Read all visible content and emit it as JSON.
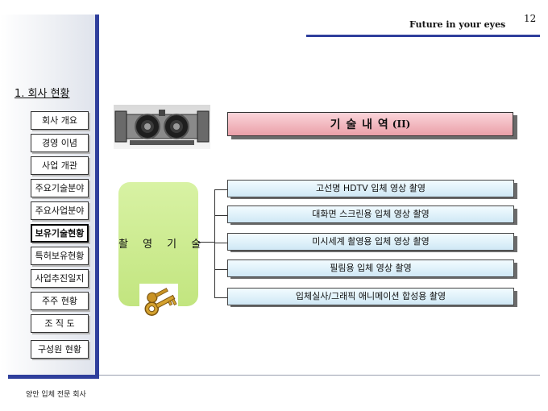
{
  "header": {
    "page_number": "12",
    "tagline": "Future in your eyes"
  },
  "sidebar": {
    "section_heading": "1. 회사 현황",
    "items": [
      {
        "label": "회사 개요",
        "active": false
      },
      {
        "label": "경영 이념",
        "active": false
      },
      {
        "label": "사업 개관",
        "active": false
      },
      {
        "label": "주요기술분야",
        "active": false
      },
      {
        "label": "주요사업분야",
        "active": false
      },
      {
        "label": "보유기술현황",
        "active": true
      },
      {
        "label": "특허보유현황",
        "active": false
      },
      {
        "label": "사업추진일지",
        "active": false
      },
      {
        "label": "주주 현황",
        "active": false
      },
      {
        "label": "조 직 도",
        "active": false
      },
      {
        "label": "구성원 현황",
        "active": false
      }
    ],
    "footer": "양안 입체 전문 회사"
  },
  "main": {
    "title": "기  술  내  역",
    "title_suffix": "(II)",
    "category": "촬 영 기 술",
    "items": [
      "고선명 HDTV 입체 영상 촬영",
      "대화면 스크린용 입체 영상 촬영",
      "미시세계 촬영용 입체 영상 촬영",
      "필림용 입체 영상 촬영",
      "입체실사/그래픽 애니메이션 합성용 촬영"
    ]
  },
  "colors": {
    "accent_blue": "#2f3f9c",
    "title_pink": "#ea9fa8",
    "category_green": "#c2e57f",
    "item_blue": "#cfe8f5"
  }
}
